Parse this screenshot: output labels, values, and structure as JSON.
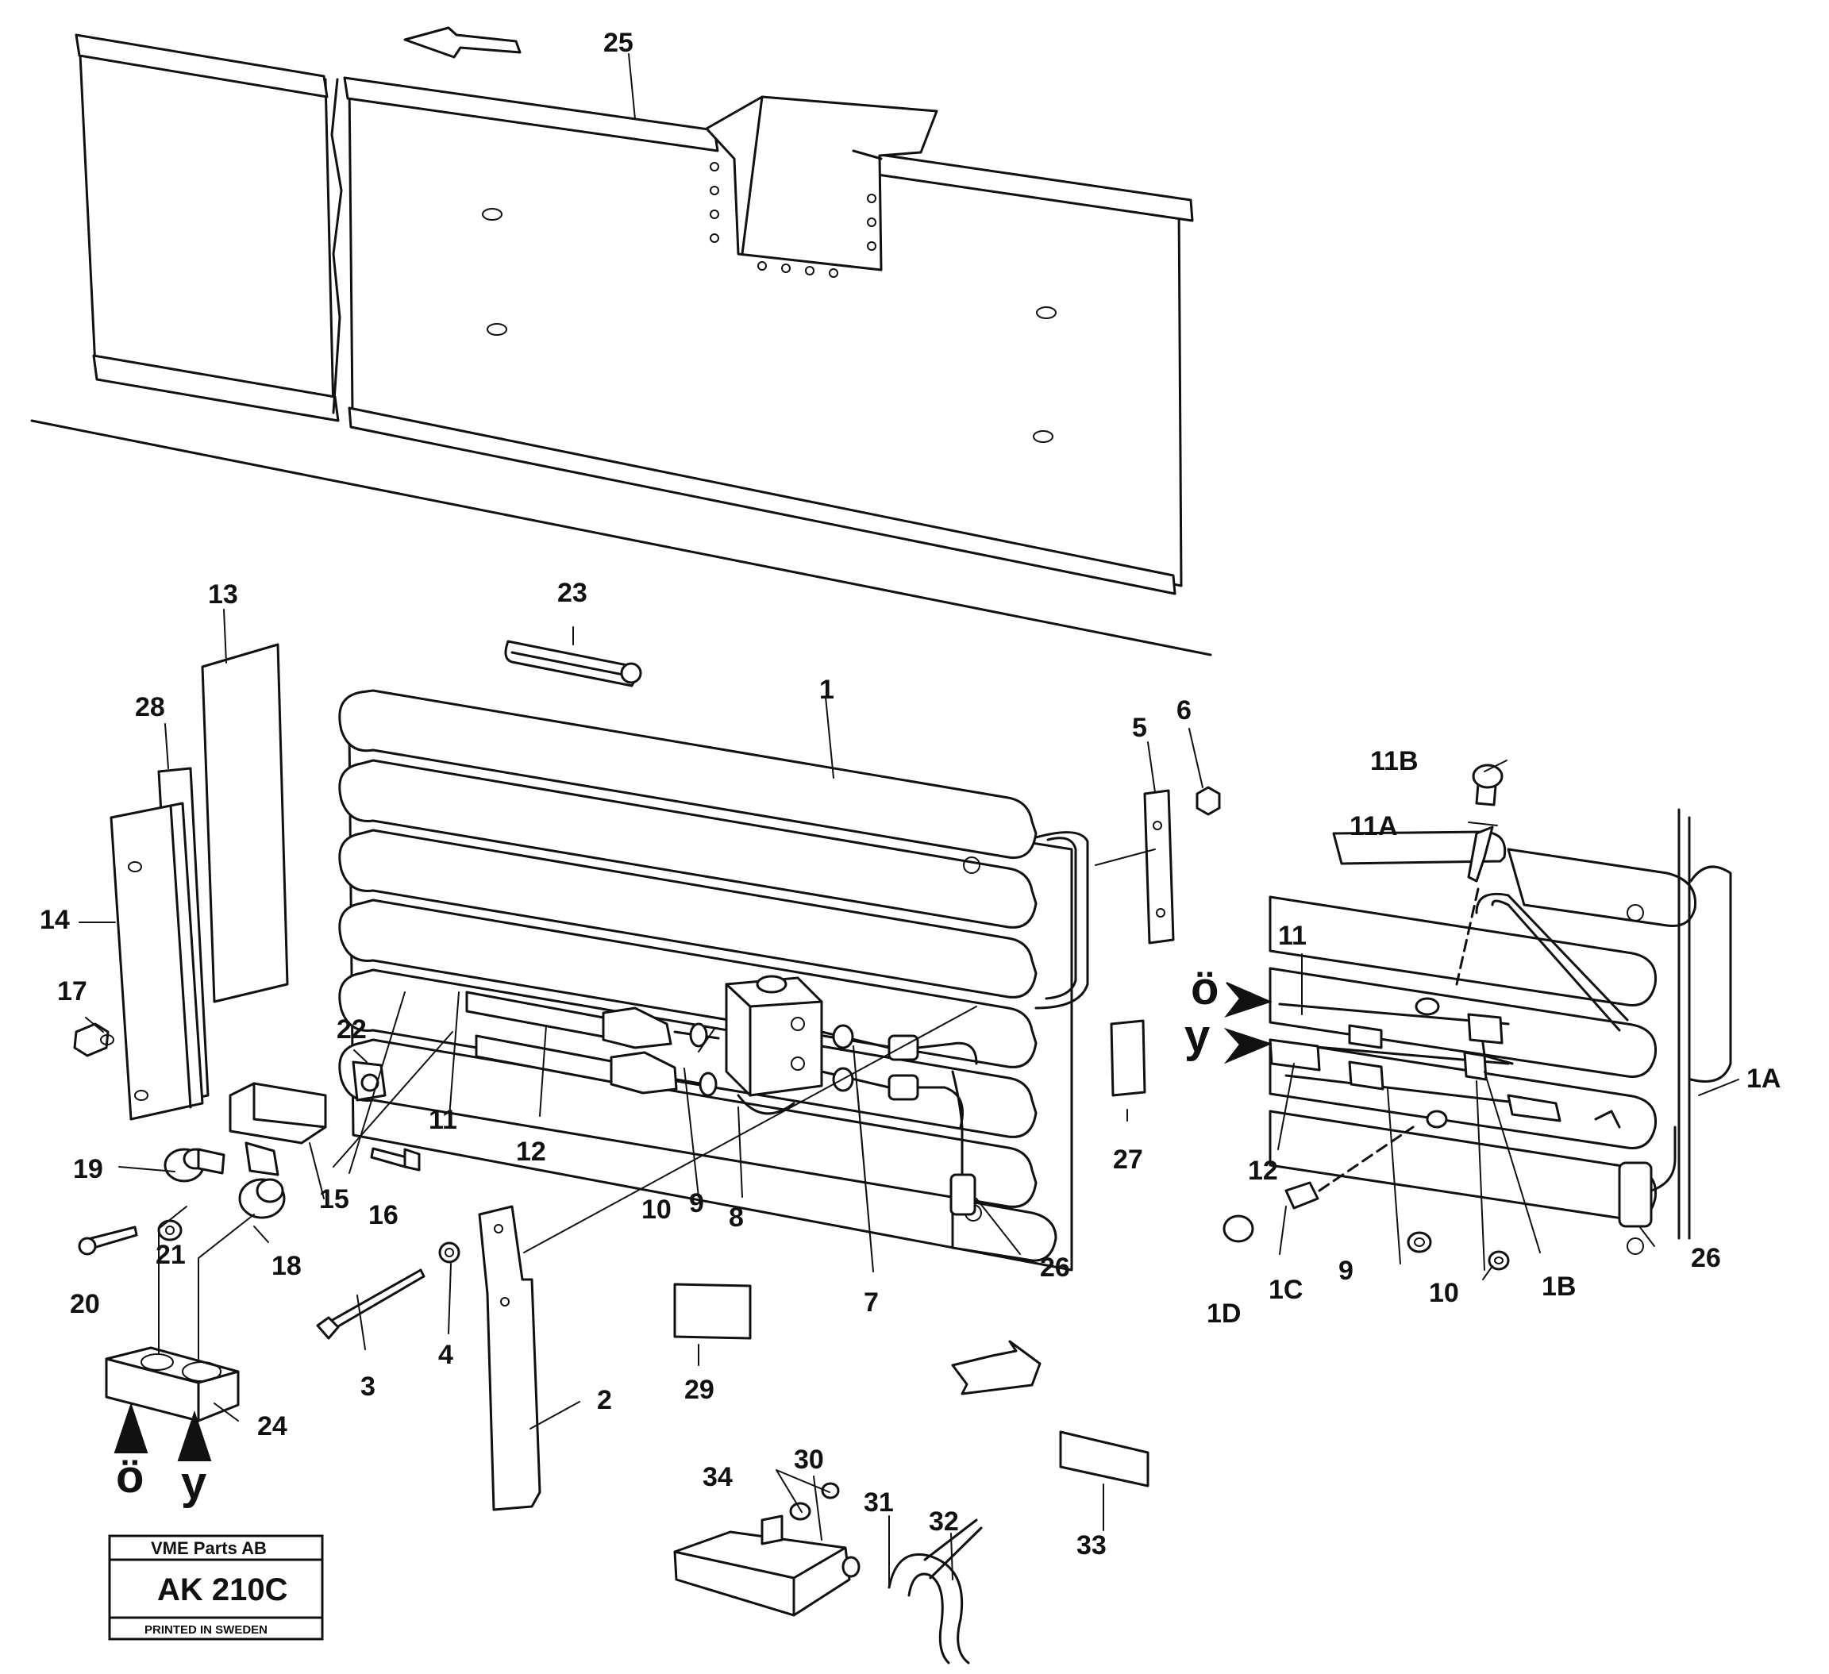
{
  "labels": {
    "l1": "1",
    "l1A": "1A",
    "l1B": "1B",
    "l1C": "1C",
    "l1D": "1D",
    "l2": "2",
    "l3": "3",
    "l4": "4",
    "l5": "5",
    "l6": "6",
    "l7": "7",
    "l8": "8",
    "l9a": "9",
    "l9b": "9",
    "l10a": "10",
    "l10b": "10",
    "l11a": "11",
    "l11b": "11",
    "l11A": "11A",
    "l11B": "11B",
    "l12a": "12",
    "l12b": "12",
    "l13": "13",
    "l14": "14",
    "l15": "15",
    "l16": "16",
    "l17": "17",
    "l18": "18",
    "l19": "19",
    "l20": "20",
    "l21": "21",
    "l22": "22",
    "l23": "23",
    "l24": "24",
    "l25": "25",
    "l26a": "26",
    "l26b": "26",
    "l27": "27",
    "l28": "28",
    "l29": "29",
    "l30": "30",
    "l31": "31",
    "l32": "32",
    "l33": "33",
    "l34": "34"
  },
  "flow_markers": {
    "inlet_left": "ö",
    "outlet_left": "y",
    "inlet_right": "ö",
    "outlet_right": "y"
  },
  "title_block": {
    "company": "VME Parts AB",
    "code": "AK 210C",
    "printed": "PRINTED IN SWEDEN"
  }
}
